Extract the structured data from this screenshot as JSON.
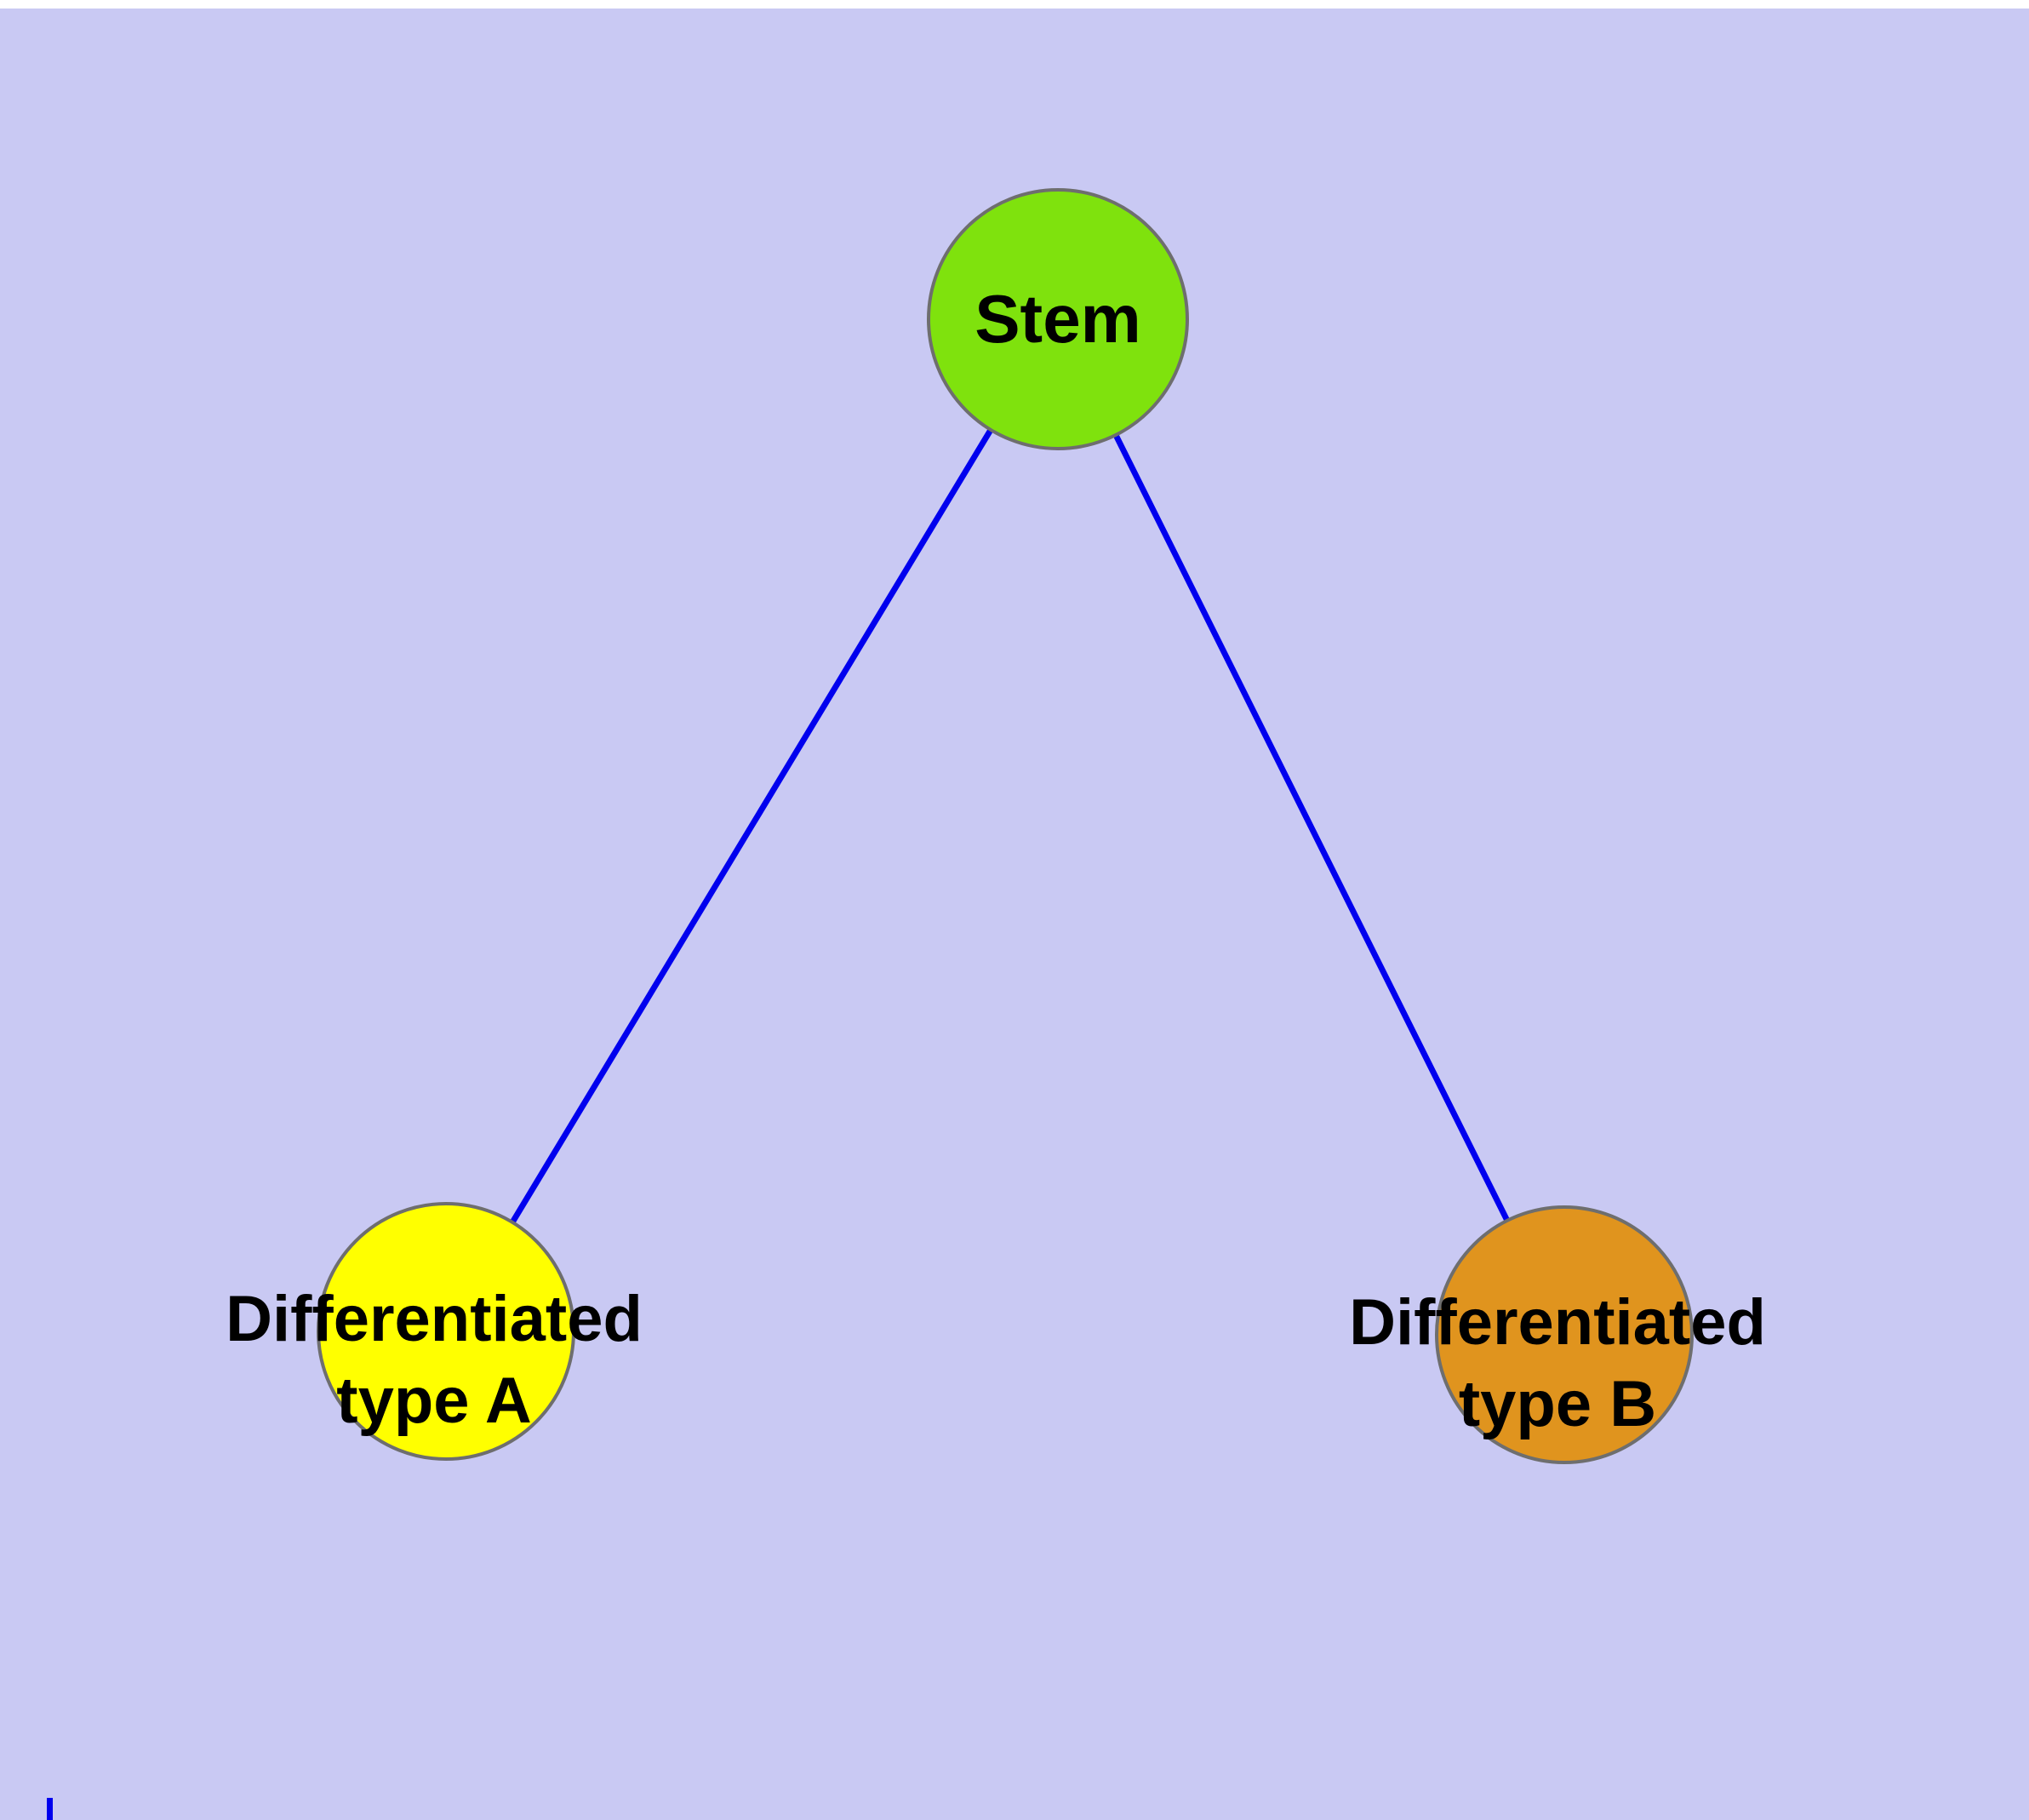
{
  "diagram": {
    "background_color": "#c9c9f3",
    "edge_color": "#0000ee",
    "node_border_color": "#6e6e6e",
    "label_color": "#000000",
    "nodes": [
      {
        "id": "stem",
        "label": "Stem",
        "color": "#7fe20d"
      },
      {
        "id": "differentiated-type-a",
        "label": "Differentiated\ntype A",
        "color": "#ffff00"
      },
      {
        "id": "differentiated-type-b",
        "label": "Differentiated\ntype B",
        "color": "#e0941e"
      }
    ],
    "edges": [
      {
        "from": "Stem",
        "to": "Differentiated type A"
      },
      {
        "from": "Stem",
        "to": "Differentiated type B"
      }
    ]
  }
}
